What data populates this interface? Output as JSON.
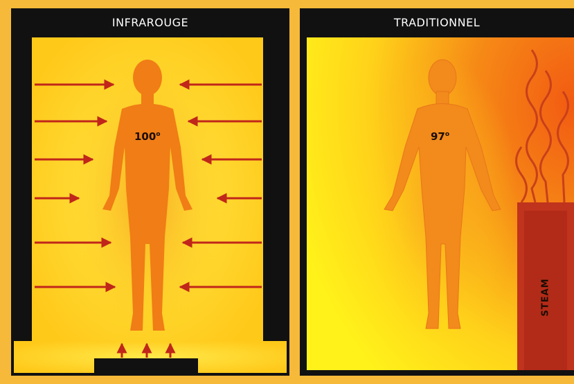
{
  "panels": {
    "infrared": {
      "title": "INFRAROUGE",
      "temperature": "100",
      "degree": "o"
    },
    "traditional": {
      "title": "TRADITIONNEL",
      "temperature": "97",
      "degree": "o",
      "heater_label": "STEAM"
    }
  },
  "colors": {
    "background": "#f6b93a",
    "frame": "#111111",
    "arrow": "#c0261a",
    "body": "#f2861a",
    "yellow": "#ffd21a",
    "steam_box": "#c0331c"
  }
}
